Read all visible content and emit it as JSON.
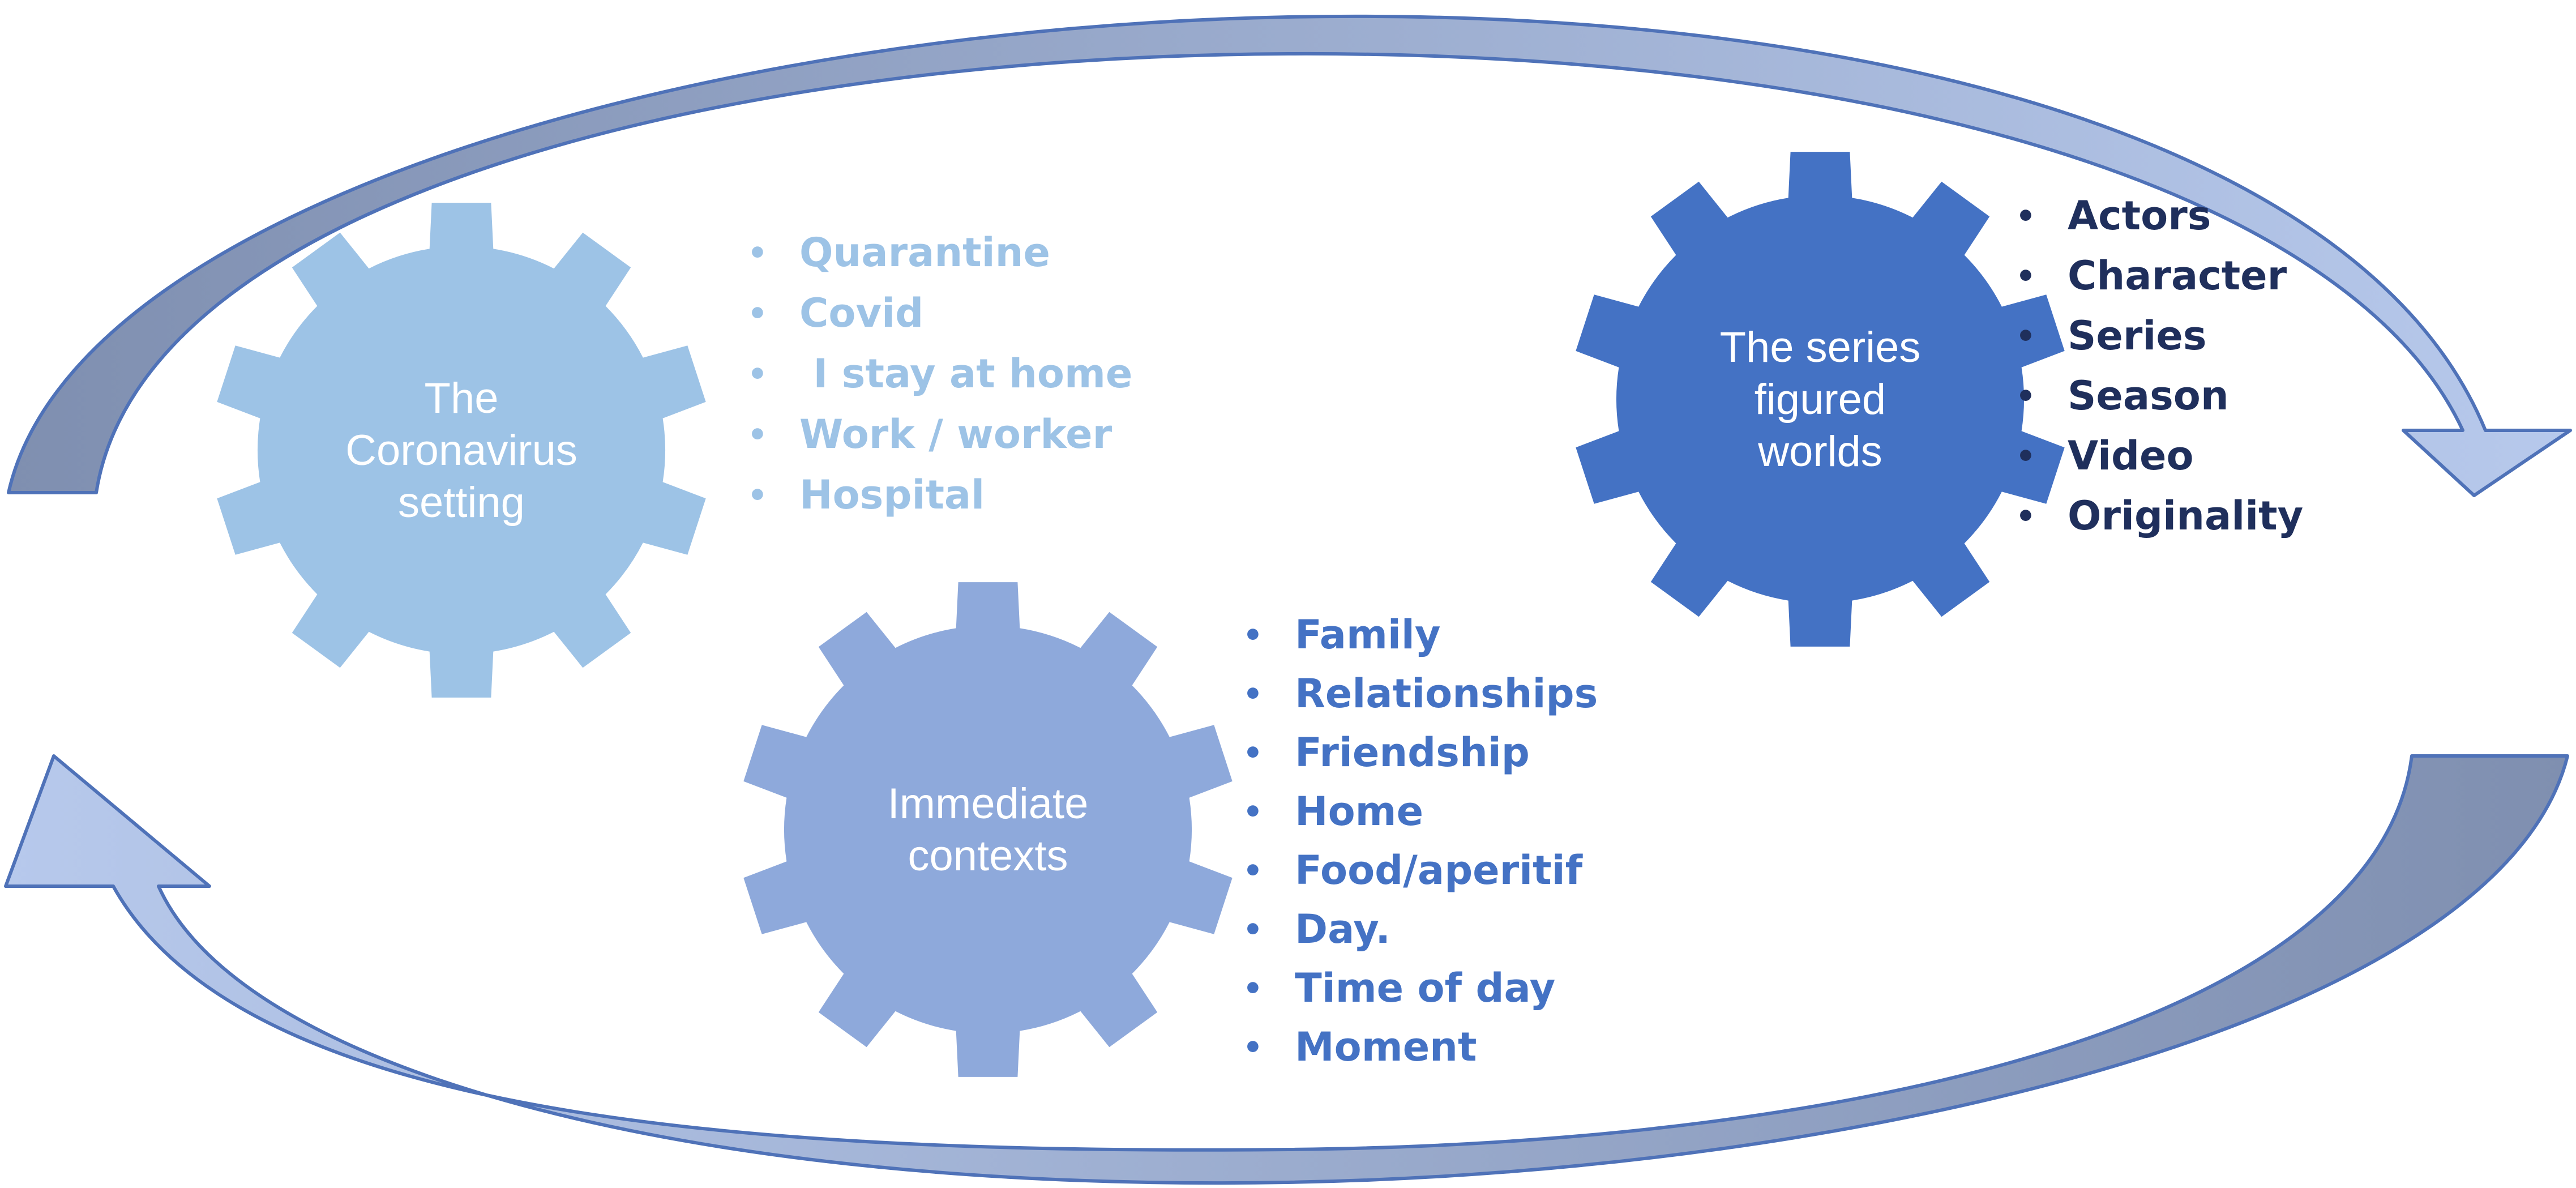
{
  "colors": {
    "arrow_outline": "#4F72B8",
    "arrow_dark": "#7F8FB0",
    "arrow_light": "#B7C9EC",
    "gear_light": "#9DC3E6",
    "gear_dark": "#4472C4",
    "gear_mid": "#8EA9DB",
    "list_light_text": "#9DC3E6",
    "list_dark_text": "#1F2F5C",
    "list_mid_text": "#4472C4"
  },
  "gears": [
    {
      "id": "coronavirus-setting",
      "label_lines": [
        "The",
        "Coronavirus",
        "setting"
      ],
      "color": "#9DC3E6",
      "list": [
        "Quarantine",
        "Covid",
        " I stay at home",
        "Work / worker",
        "Hospital"
      ],
      "list_color": "#9DC3E6",
      "icon": "gear-icon"
    },
    {
      "id": "series-figured-worlds",
      "label_lines": [
        "The series",
        "figured",
        "worlds"
      ],
      "color": "#4472C4",
      "list": [
        "Actors",
        "Character",
        "Series",
        "Season",
        "Video",
        "Originality"
      ],
      "list_color": "#1F2F5C",
      "icon": "gear-icon"
    },
    {
      "id": "immediate-contexts",
      "label_lines": [
        "Immediate",
        "contexts"
      ],
      "color": "#8EA9DB",
      "list": [
        "Family",
        "Relationships",
        "Friendship",
        "Home",
        "Food/aperitif",
        "Day.",
        "Time of day",
        "Moment"
      ],
      "list_color": "#4472C4",
      "icon": "gear-icon"
    }
  ],
  "arrows": [
    {
      "id": "top-cycle-arrow",
      "icon": "curved-arrow-icon"
    },
    {
      "id": "bottom-cycle-arrow",
      "icon": "curved-arrow-icon"
    }
  ]
}
